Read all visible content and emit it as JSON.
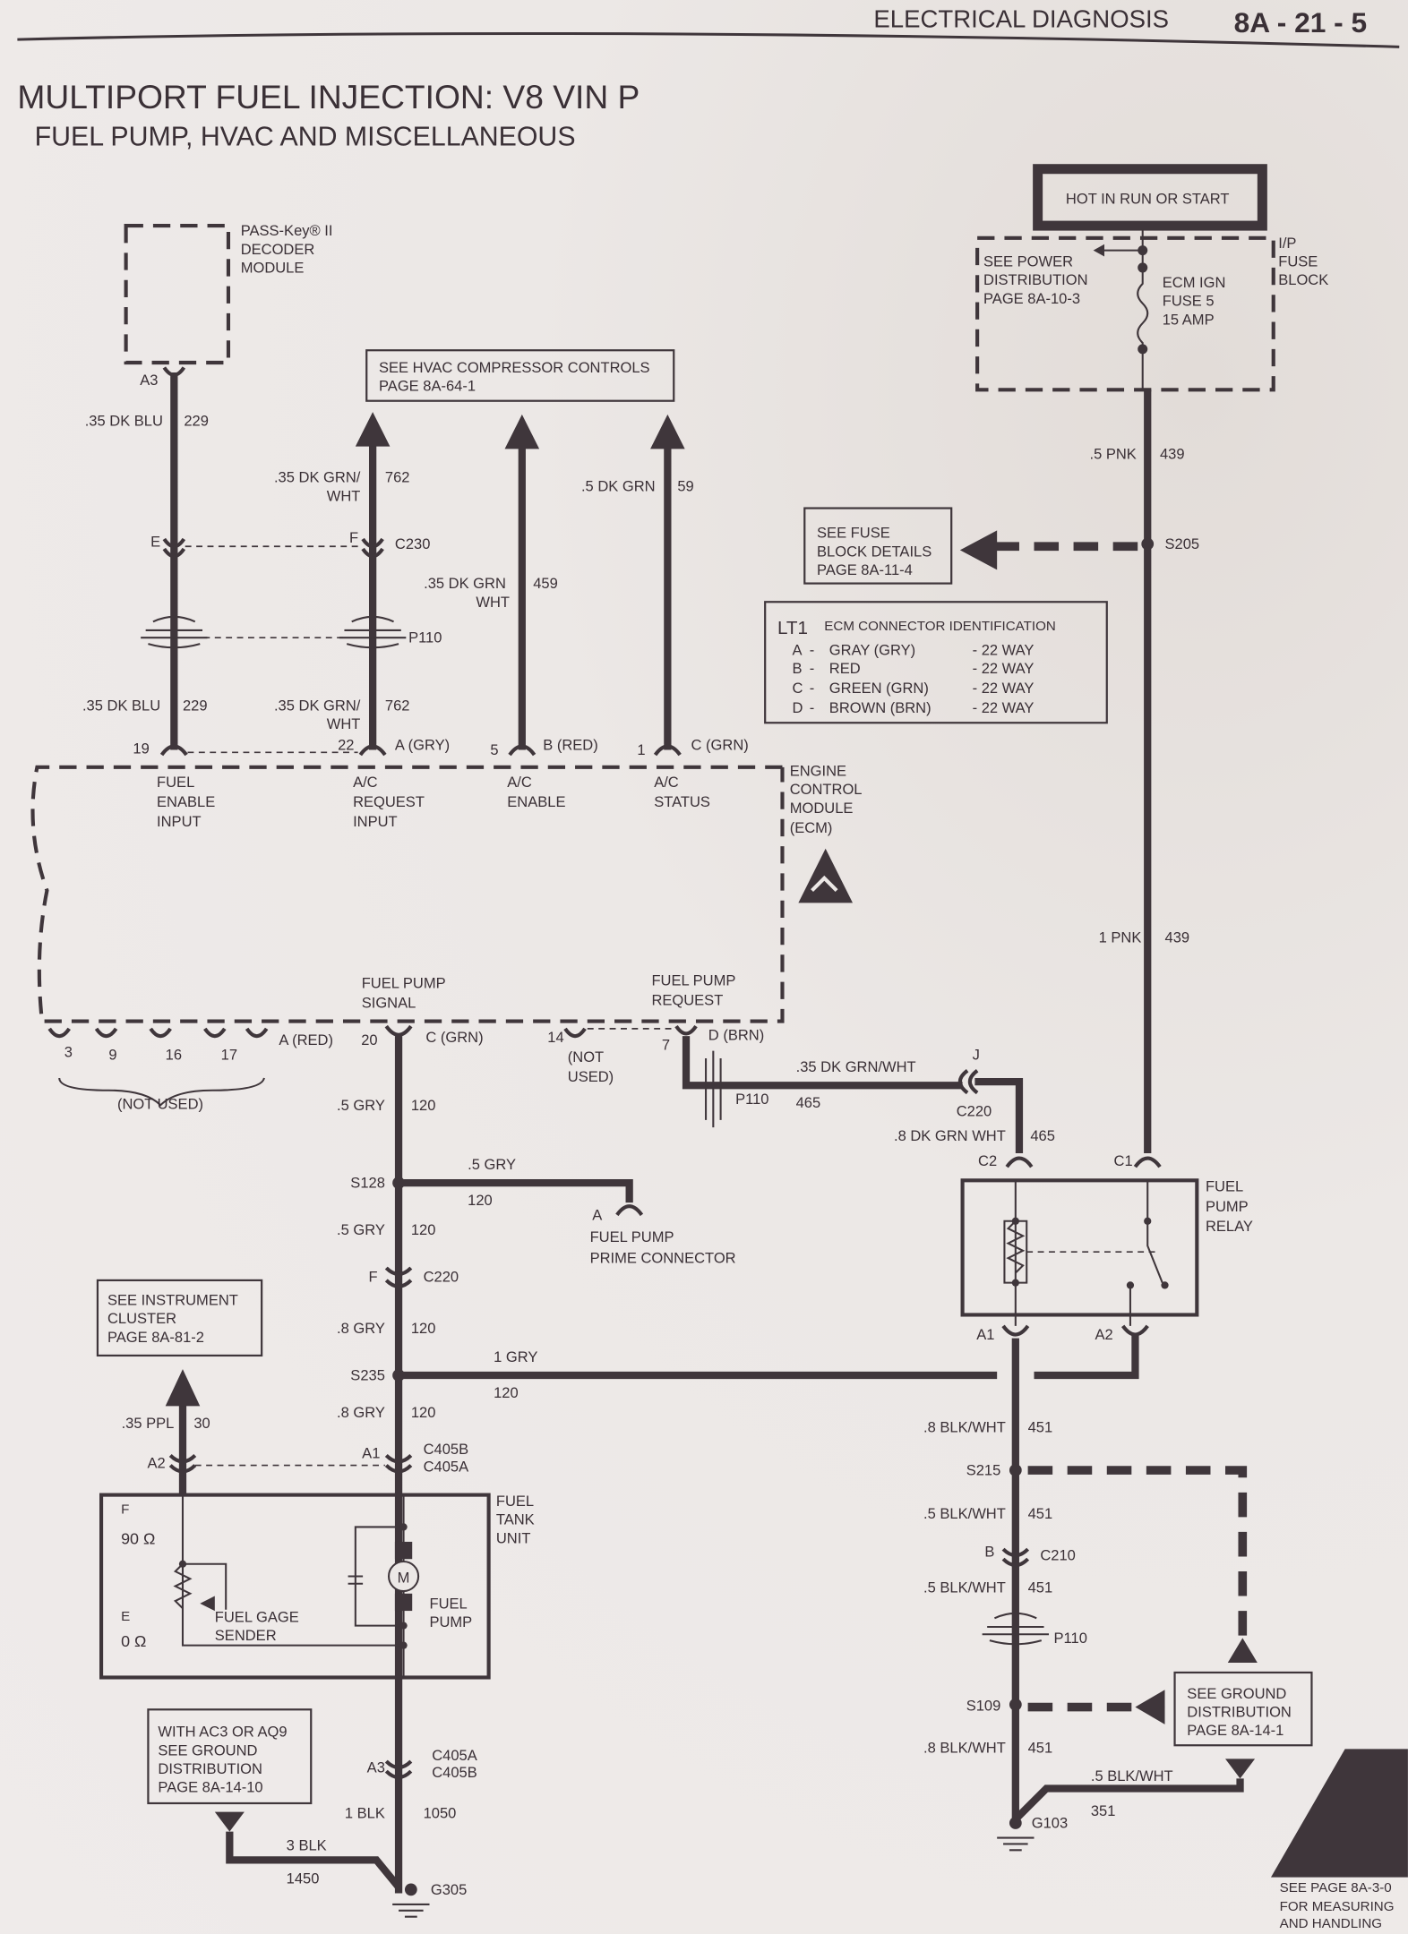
{
  "header": {
    "section": "ELECTRICAL DIAGNOSIS",
    "page": "8A - 21 - 5"
  },
  "title": {
    "main": "MULTIPORT FUEL INJECTION:  V8  VIN P",
    "sub": "FUEL PUMP, HVAC AND MISCELLANEOUS"
  },
  "colors": {
    "ink": "#3f363b",
    "paper": "#ece8e6"
  },
  "labels": {
    "hot": "HOT IN RUN OR START",
    "pd1": "SEE POWER",
    "pd2": "DISTRIBUTION",
    "pd3": "PAGE 8A-10-3",
    "fz1": "ECM IGN",
    "fz2": "FUSE 5",
    "fz3": "15 AMP",
    "ip1": "I/P",
    "ip2": "FUSE",
    "ip3": "BLOCK",
    "pnk1": ".5 PNK",
    "pnk1n": "439",
    "s205": "S205",
    "fb1": "SEE FUSE",
    "fb2": "BLOCK DETAILS",
    "fb3": "PAGE 8A-11-4",
    "lt1": "LT1",
    "lt1t": "ECM CONNECTOR IDENTIFICATION",
    "lta": "A",
    "ltad": "-",
    "ltan": "GRAY (GRY)",
    "ltaw": "- 22 WAY",
    "ltb": "B",
    "ltbd": "-",
    "ltbn": "RED",
    "ltbw": "- 22 WAY",
    "ltc": "C",
    "ltcd": "-",
    "ltcn": "GREEN (GRN)",
    "ltcw": "- 22 WAY",
    "ltd": "D",
    "ltdd": "-",
    "ltdn": "BROWN (BRN)",
    "ltdw": "- 22 WAY",
    "pnk2": "1 PNK",
    "pnk2n": "439",
    "pk1": "PASS-Key® II",
    "pk2": "DECODER",
    "pk3": "MODULE",
    "a3": "A3",
    "blu1": ".35 DK BLU",
    "blu1n": "229",
    "e": "E",
    "f": "F",
    "c230": "C230",
    "p110a": "P110",
    "blu2": ".35 DK BLU",
    "blu2n": "229",
    "p19": "19",
    "hv1": "SEE HVAC COMPRESSOR CONTROLS",
    "hv2": "PAGE 8A-64-1",
    "g1": ".35 DK GRN/",
    "g1b": "WHT",
    "g1n": "762",
    "g2": ".35 DK GRN/",
    "g2b": "WHT",
    "g2n": "762",
    "p22": "22",
    "agry": "A (GRY)",
    "g3": ".35 DK GRN",
    "g3b": "WHT",
    "g3n": "459",
    "p5": "5",
    "bred": "B (RED)",
    "g4": ".5 DK GRN",
    "g4n": "59",
    "p1": "1",
    "cgrn": "C (GRN)",
    "fe1": "FUEL",
    "fe2": "ENABLE",
    "fe3": "INPUT",
    "ar1": "A/C",
    "ar2": "REQUEST",
    "ar3": "INPUT",
    "ae1": "A/C",
    "ae2": "ENABLE",
    "as1": "A/C",
    "as2": "STATUS",
    "ecm1": "ENGINE",
    "ecm2": "CONTROL",
    "ecm3": "MODULE",
    "ecm4": "(ECM)",
    "fps1": "FUEL PUMP",
    "fps2": "SIGNAL",
    "fpr1": "FUEL PUMP",
    "fpr2": "REQUEST",
    "n3": "3",
    "n9": "9",
    "n16": "16",
    "n17": "17",
    "ared": "A (RED)",
    "nu": "(NOT USED)",
    "p20": "20",
    "cgrn2": "C (GRN)",
    "p14": "14",
    "nu2a": "(NOT",
    "nu2b": "USED)",
    "p7": "7",
    "dbrn": "D (BRN)",
    "gy1": ".5 GRY",
    "gy1n": "120",
    "s128": "S128",
    "gy2": ".5 GRY",
    "gy2n": "120",
    "pa": "A",
    "pc1": "FUEL PUMP",
    "pc2": "PRIME CONNECTOR",
    "gy3": ".5 GRY",
    "gy3n": "120",
    "f2": "F",
    "c220a": "C220",
    "gy4": ".8 GRY",
    "gy4n": "120",
    "s235": "S235",
    "gy5": "1 GRY",
    "gy5n": "120",
    "gy6": ".8 GRY",
    "gy6n": "120",
    "a1": "A1",
    "c405b": "C405B",
    "c405a": "C405A",
    "ic1": "SEE INSTRUMENT",
    "ic2": "CLUSTER",
    "ic3": "PAGE 8A-81-2",
    "ppl": ".35 PPL",
    "ppln": "30",
    "a2": "A2",
    "ft1": "FUEL",
    "ft2": "TANK",
    "ft3": "UNIT",
    "fF": "F",
    "f90": "90 Ω",
    "fE": "E",
    "f0": "0 Ω",
    "fg1": "FUEL GAGE",
    "fg2": "SENDER",
    "mot": "M",
    "fp1": "FUEL",
    "fp2": "PUMP",
    "a3b": "A3",
    "c405a2": "C405A",
    "c405b2": "C405B",
    "blk1": "1 BLK",
    "blk1n": "1050",
    "wa1": "WITH AC3 OR AQ9",
    "wa2": "SEE GROUND",
    "wa3": "DISTRIBUTION",
    "wa4": "PAGE 8A-14-10",
    "blk3": "3 BLK",
    "blk3n": "1450",
    "g305": "G305",
    "gw1": ".35 DK GRN/WHT",
    "j": "J",
    "p110b": "P110",
    "n465a": "465",
    "c220b": "C220",
    "gw2": ".8 DK GRN WHT",
    "gw2n": "465",
    "c2": "C2",
    "c1": "C1",
    "rl1": "FUEL",
    "rl2": "PUMP",
    "rl3": "RELAY",
    "ra1": "A1",
    "ra2": "A2",
    "bw1": ".8 BLK/WHT",
    "bw1n": "451",
    "s215": "S215",
    "bw2": ".5 BLK/WHT",
    "bw2n": "451",
    "b": "B",
    "c210": "C210",
    "bw3": ".5 BLK/WHT",
    "bw3n": "451",
    "p110c": "P110",
    "s109": "S109",
    "sg1": "SEE GROUND",
    "sg2": "DISTRIBUTION",
    "sg3": "PAGE 8A-14-1",
    "bw4": ".8 BLK/WHT",
    "bw4n": "451",
    "bw5": ".5 BLK/WHT",
    "bw5n": "351",
    "g103": "G103",
    "esd1": "SEE PAGE 8A-3-0",
    "esd2": "FOR MEASURING",
    "esd3": "AND HANDLING"
  }
}
